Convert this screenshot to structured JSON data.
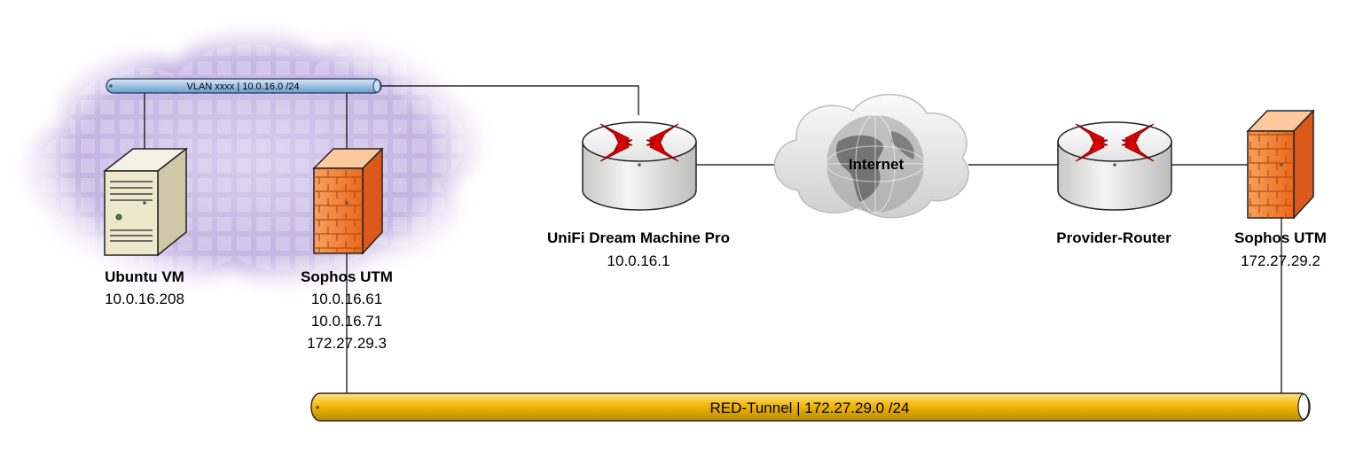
{
  "vlan_bus": {
    "label": "VLAN xxxx | 10.0.16.0 /24"
  },
  "red_tunnel": {
    "label": "RED-Tunnel | 172.27.29.0 /24"
  },
  "internet": {
    "label": "Internet"
  },
  "nodes": {
    "ubuntu_vm": {
      "name": "Ubuntu VM",
      "ips": [
        "10.0.16.208"
      ],
      "icon": "server-icon"
    },
    "sophos_utm_local": {
      "name": "Sophos UTM",
      "ips": [
        "10.0.16.61",
        "10.0.16.71",
        "172.27.29.3"
      ],
      "icon": "firewall-icon"
    },
    "unifi": {
      "name": "UniFi Dream Machine Pro",
      "ips": [
        "10.0.16.1"
      ],
      "icon": "router-icon"
    },
    "provider_router": {
      "name": "Provider-Router",
      "ips": [],
      "icon": "router-icon"
    },
    "sophos_utm_remote": {
      "name": "Sophos UTM",
      "ips": [
        "172.27.29.2"
      ],
      "icon": "firewall-icon"
    }
  },
  "colors": {
    "vlan_bus": "#9ec3e6",
    "red_tunnel": "#f2b705",
    "firewall": "#f47c2c",
    "router_arrows": "#e00000",
    "virtual_cloud": "#b9a6d8"
  }
}
